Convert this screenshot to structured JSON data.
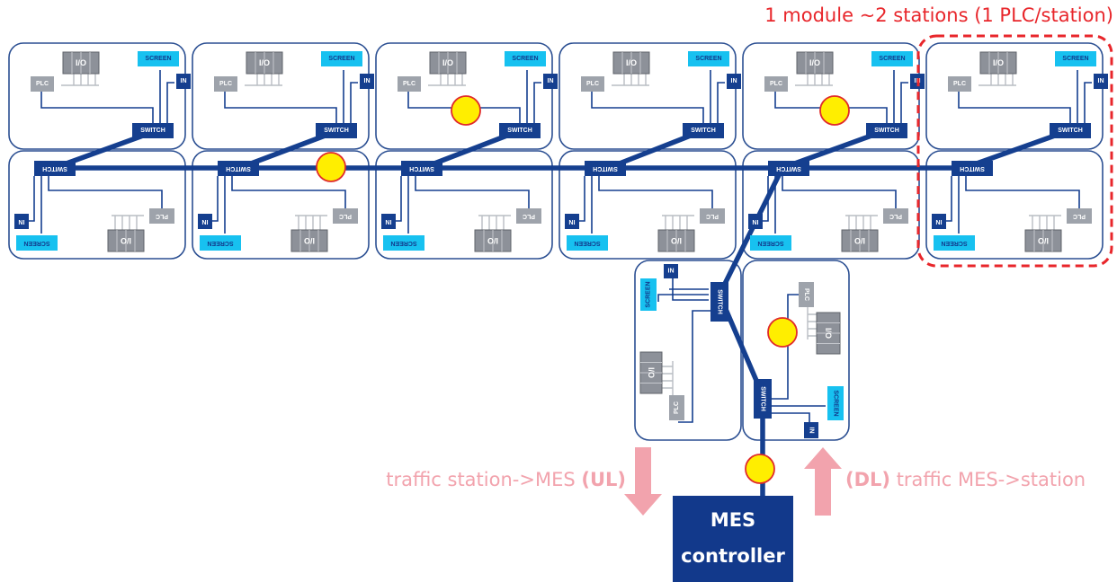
{
  "labels": {
    "module": "1 module ~2 stations (1 PLC/station)",
    "ul_text": "traffic station->MES ",
    "ul_tag": "(UL)",
    "dl_tag": "(DL)",
    "dl_text": " traffic MES->station",
    "mes_line1": "MES",
    "mes_line2": "controller"
  },
  "station_labels": {
    "io": "I/O",
    "plc": "PLC",
    "screen": "SCREEN",
    "in": "IN",
    "switch": "SWITCH"
  },
  "colors": {
    "network": "#153f8f",
    "box_stroke": "#2b4f92",
    "plc": "#9ea3ab",
    "io": "#8d9199",
    "screen": "#17c1f0",
    "in": "#153f8f",
    "hotspot": "#ffee00",
    "hotspot_stroke": "#e02b2b",
    "highlight": "#e8262b",
    "arrow": "#f2a3ad",
    "mes": "#12398b"
  }
}
